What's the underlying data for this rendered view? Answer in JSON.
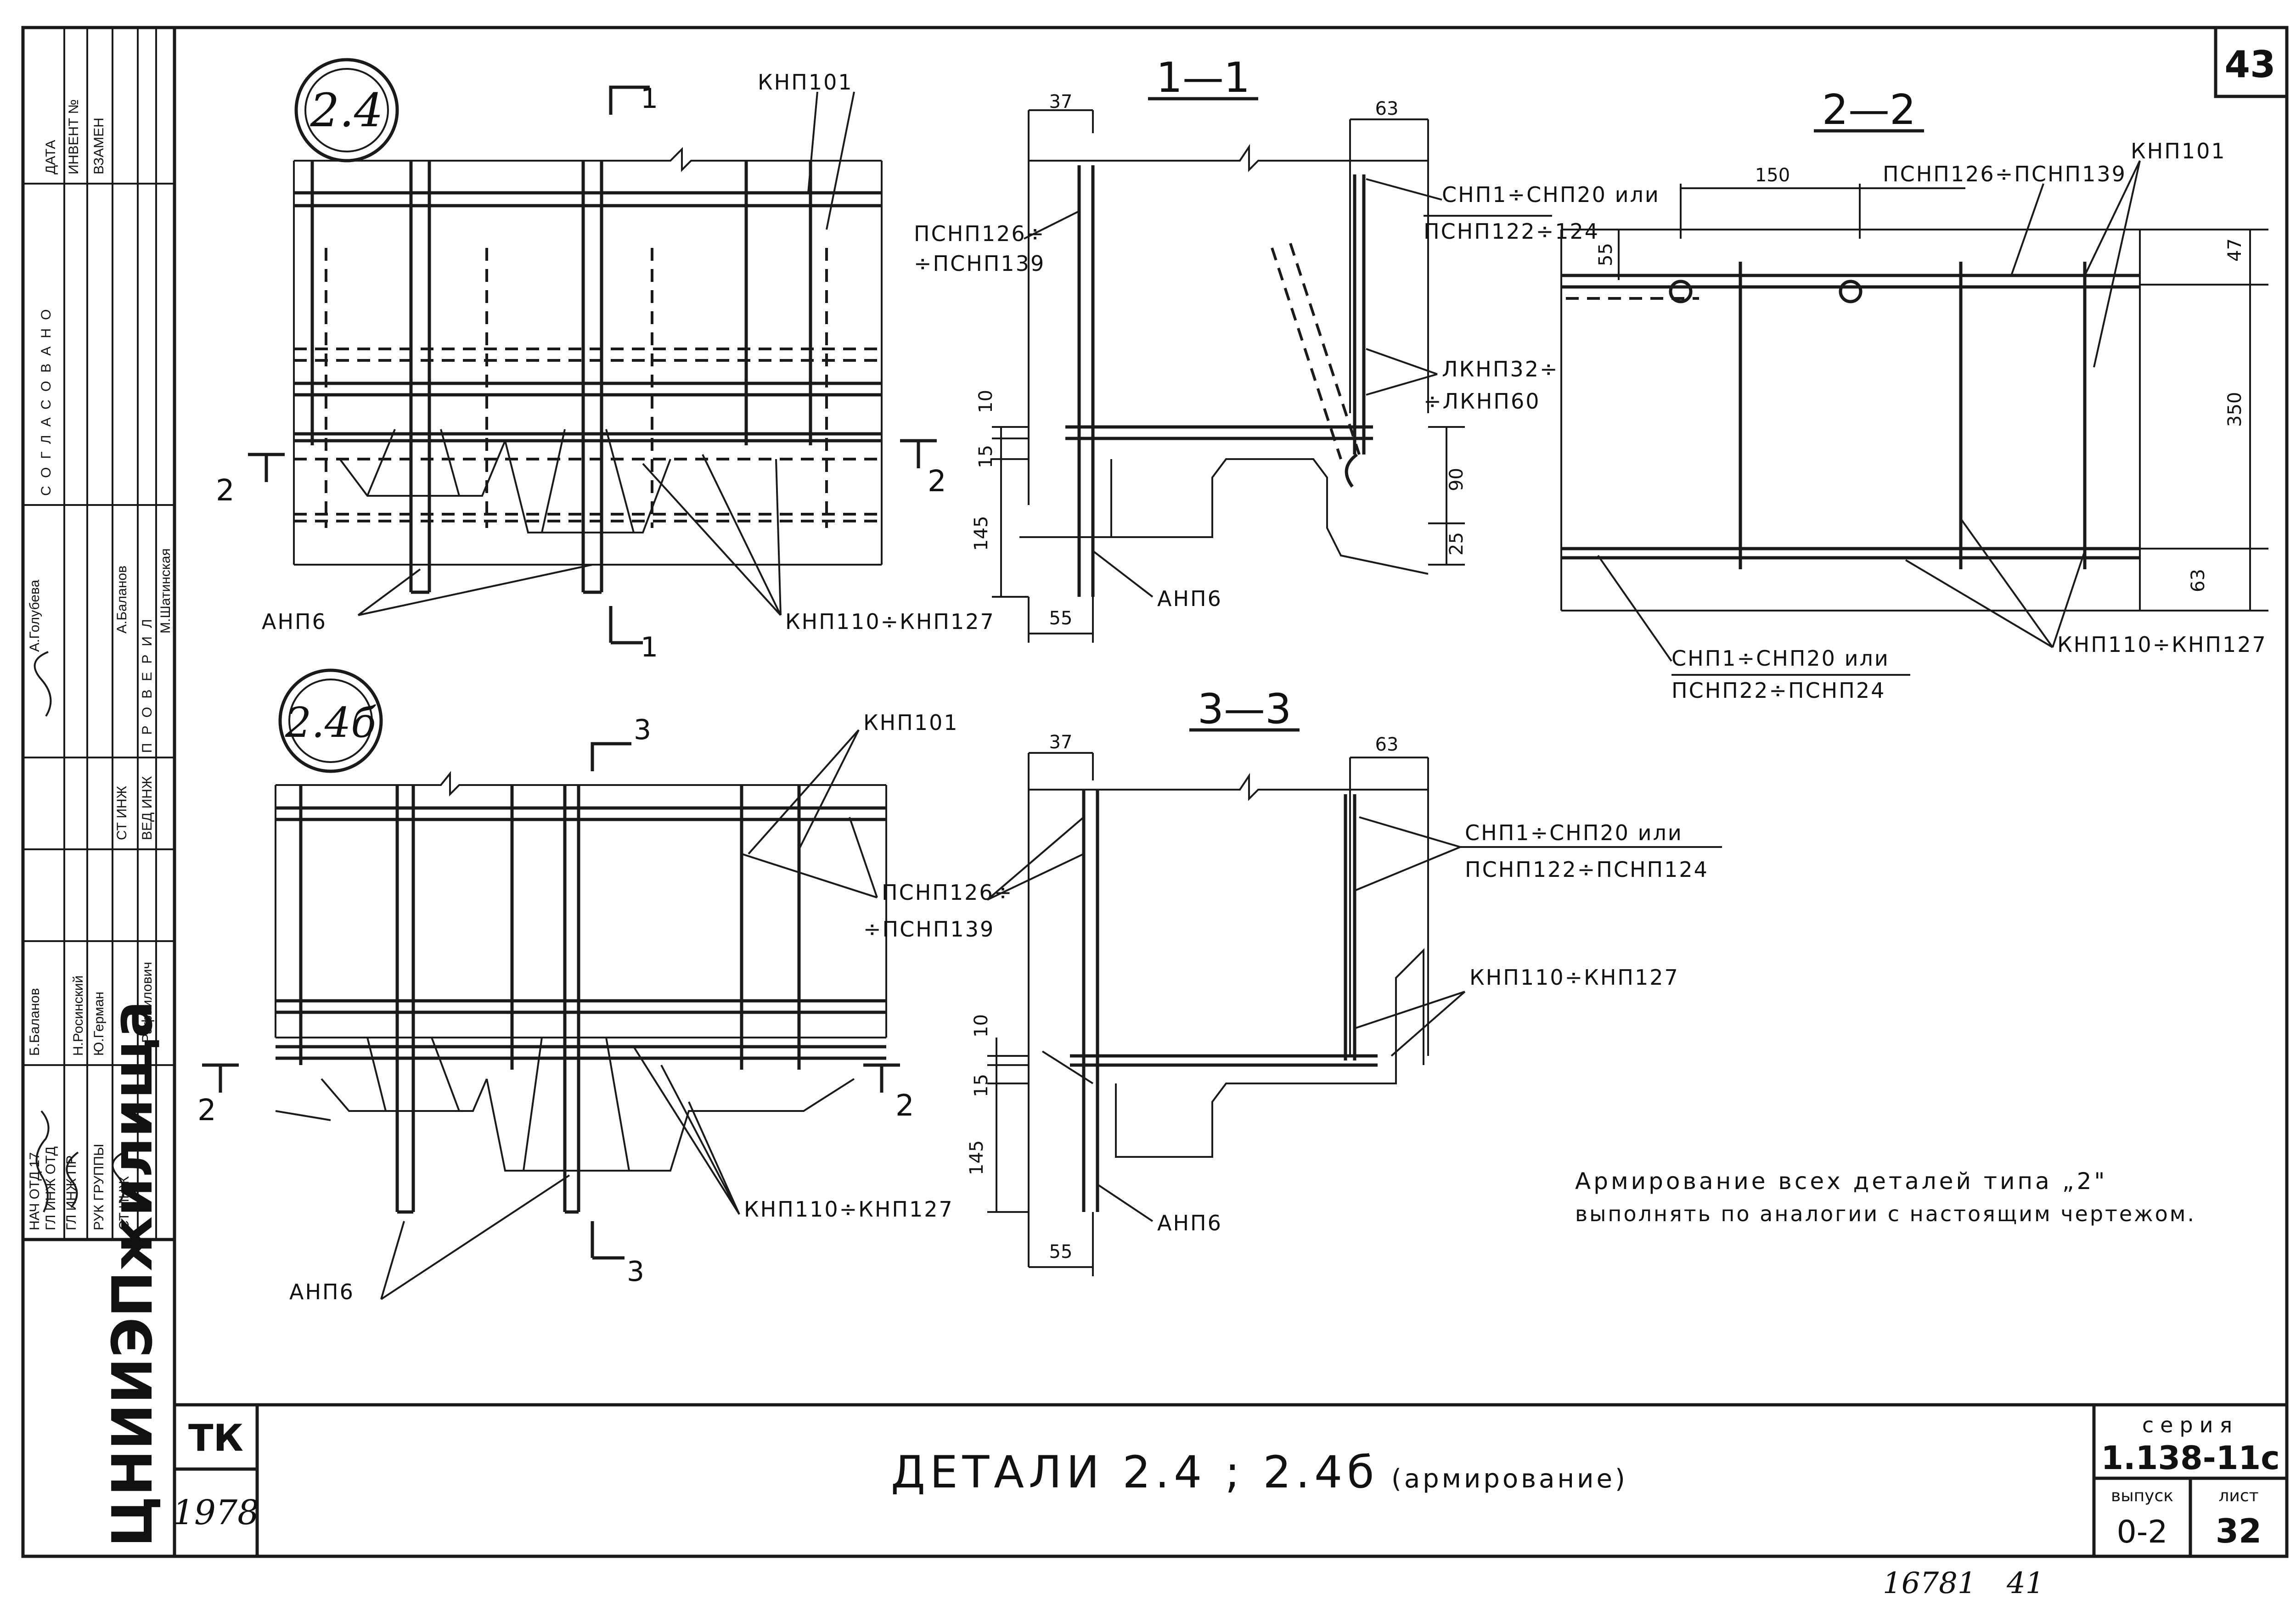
{
  "sheet": {
    "corner_number": "43",
    "title": "ДЕТАЛИ 2.4 ; 2.4б",
    "title_note": "(армирование)",
    "org_code": "ТК",
    "year": "1978",
    "institute": "ЦНИИЭПжилища",
    "series_label": "серия",
    "series": "1.138-11с",
    "issue_label": "выпуск",
    "issue": "0-2",
    "sheet_label": "лист",
    "sheet_no": "32",
    "inventory_handwritten": "16781",
    "inventory_suffix": "41",
    "note_line1": "Армирование всех деталей типа „2\"",
    "note_line2": "выполнять по аналогии с настоящим чертежом."
  },
  "stamp": {
    "top_cols": [
      "ДАТА",
      "ИНВЕНТ №",
      "ВЗАМЕН"
    ],
    "agreed_label": "СОГЛАСОВАНО",
    "checked_label": "ПРОВЕРИЛ",
    "rows": [
      {
        "role": "НАЧ ОТД 17",
        "name": "Б.Баланов"
      },
      {
        "role": "ГЛ ИНЖ ОТД",
        "name": "Н.Росинский"
      },
      {
        "role": "ГЛ ИНЖ ПР",
        "name": "Ю.Герман"
      },
      {
        "role": "РУК ГРУППЫ",
        "name": "А.Рафаилович"
      },
      {
        "role": "СТ ИНЖ",
        "name": "А.Голубева"
      }
    ],
    "row_roles_right": [
      "СТ ИНЖ",
      "ВЕД ИНЖ"
    ],
    "checked_names": [
      "А.Баланов",
      "М.Шатинская"
    ]
  },
  "details": {
    "d24": {
      "badge": "2.4",
      "cut_a": "1",
      "cut_b": "2",
      "labels": {
        "knp101": "КНП101",
        "anp6": "АНП6",
        "knp110_127": "КНП110÷КНП127"
      }
    },
    "d24b": {
      "badge": "2.4б",
      "cut_a": "3",
      "cut_b": "2",
      "labels": {
        "knp101": "КНП101",
        "anp6": "АНП6",
        "knp110_127": "КНП110÷КНП127",
        "psnp": "ПСНП126÷",
        "psnp2": "÷ПСНП139"
      }
    }
  },
  "sections": {
    "s11": {
      "title": "1—1",
      "dim_top_left": "37",
      "dim_top_right": "63",
      "dim_bottom": "55",
      "dims_vertical": [
        "10",
        "15",
        "145",
        "90",
        "25"
      ],
      "labels": {
        "psnp_a": "ПСНП126÷",
        "psnp_b": "÷ПСНП139",
        "snp_a": "СНП1÷СНП20 или",
        "snp_b": "ПСНП122÷124",
        "lknp_a": "ЛКНП32÷",
        "lknp_b": "÷ЛКНП60",
        "anp6": "АНП6"
      }
    },
    "s22": {
      "title": "2—2",
      "dim_top": "150",
      "dims_vertical": [
        "55",
        "47",
        "350",
        "63"
      ],
      "labels": {
        "psnp": "ПСНП126÷ПСНП139",
        "knp101": "КНП101",
        "snp_a": "СНП1÷СНП20 или",
        "snp_b": "ПСНП22÷ПСНП24",
        "knp110_127": "КНП110÷КНП127"
      }
    },
    "s33": {
      "title": "3—3",
      "dim_top_left": "37",
      "dim_top_right": "63",
      "dim_bottom": "55",
      "dims_vertical": [
        "10",
        "15",
        "145"
      ],
      "labels": {
        "snp_a": "СНП1÷СНП20 или",
        "snp_b": "ПСНП122÷ПСНП124",
        "knp110_127": "КНП110÷КНП127",
        "anp6": "АНП6"
      }
    }
  }
}
